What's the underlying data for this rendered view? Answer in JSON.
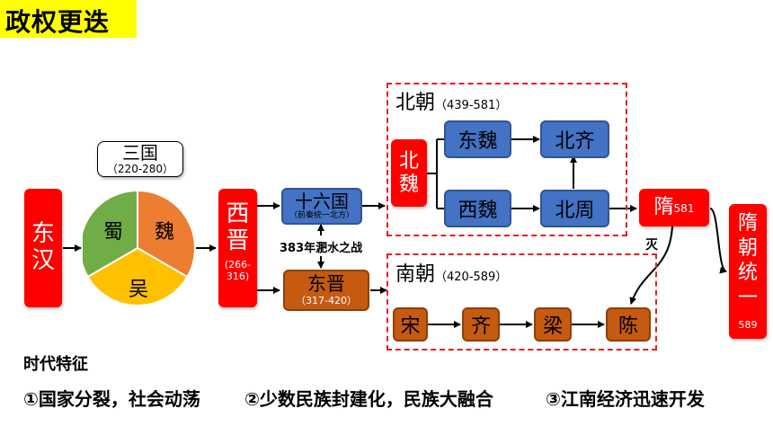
{
  "title": "政权更迭",
  "donghan": [
    "东",
    "汉"
  ],
  "sanguo": {
    "label": "三国",
    "years": "（220-280）",
    "states": [
      "蜀",
      "魏",
      "吴"
    ]
  },
  "xijin": {
    "name": [
      "西",
      "晋"
    ],
    "years": "(266-316)"
  },
  "shiliuguo": {
    "name": "十六国",
    "sub": "（前秦统一北方）"
  },
  "battle": "383年淝水之战",
  "dongjin": {
    "name": "东晋",
    "years": "（317-420）"
  },
  "beichao": {
    "label": "北朝",
    "years": "（439-581）",
    "north_wei": [
      "北",
      "魏"
    ],
    "east_wei": "东魏",
    "west_wei": "西魏",
    "north_qi": "北齐",
    "north_zhou": "北周"
  },
  "nanchao": {
    "label": "南朝",
    "years": "（420-589）",
    "dynasties": [
      "宋",
      "齐",
      "梁",
      "陈"
    ]
  },
  "sui": {
    "name": "隋",
    "year": "581"
  },
  "destroy": "灭",
  "sui_unify": {
    "chars": [
      "隋",
      "朝",
      "统",
      "一"
    ],
    "year": "589"
  },
  "features": {
    "heading": "时代特征",
    "items": [
      "①国家分裂，社会动荡",
      "②少数民族封建化，民族大融合",
      "③江南经济迅速开发"
    ]
  },
  "colors": {
    "red": "#ff0000",
    "blue": "#4472c4",
    "brown": "#c55a11",
    "wei": "#ed7d31",
    "shu": "#70ad47",
    "wu": "#ffc000",
    "dash": "#e32020",
    "title_bg": "#ffff00"
  }
}
